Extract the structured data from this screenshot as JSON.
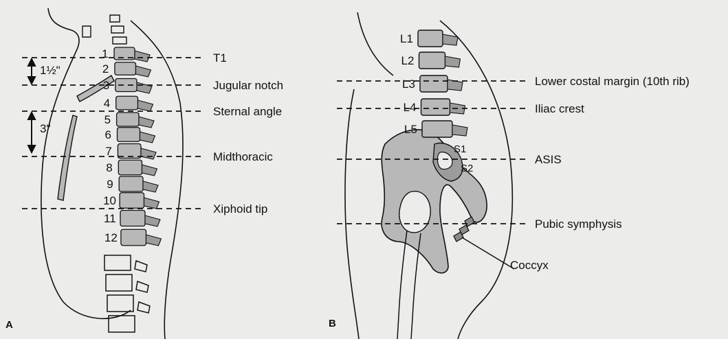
{
  "panel_a": {
    "letter": "A",
    "vertebrae": [
      "1",
      "2",
      "3",
      "4",
      "5",
      "6",
      "7",
      "8",
      "9",
      "10",
      "11",
      "12"
    ],
    "levels": [
      "T1",
      "Jugular notch",
      "Sternal angle",
      "Midthoracic",
      "Xiphoid tip"
    ],
    "measure_upper": "1½\"",
    "measure_lower": "3\""
  },
  "panel_b": {
    "letter": "B",
    "vertebrae": [
      "L1",
      "L2",
      "L3",
      "L4",
      "L5"
    ],
    "sacral": [
      "S1",
      "S2"
    ],
    "levels": [
      "Lower costal margin (10th rib)",
      "Iliac crest",
      "ASIS",
      "Pubic symphysis"
    ],
    "coccyx": "Coccyx"
  },
  "colors": {
    "ink": "#111111",
    "bone": "#b8b8b8",
    "bone_dark": "#8a8a8a",
    "paper": "#ececea"
  }
}
